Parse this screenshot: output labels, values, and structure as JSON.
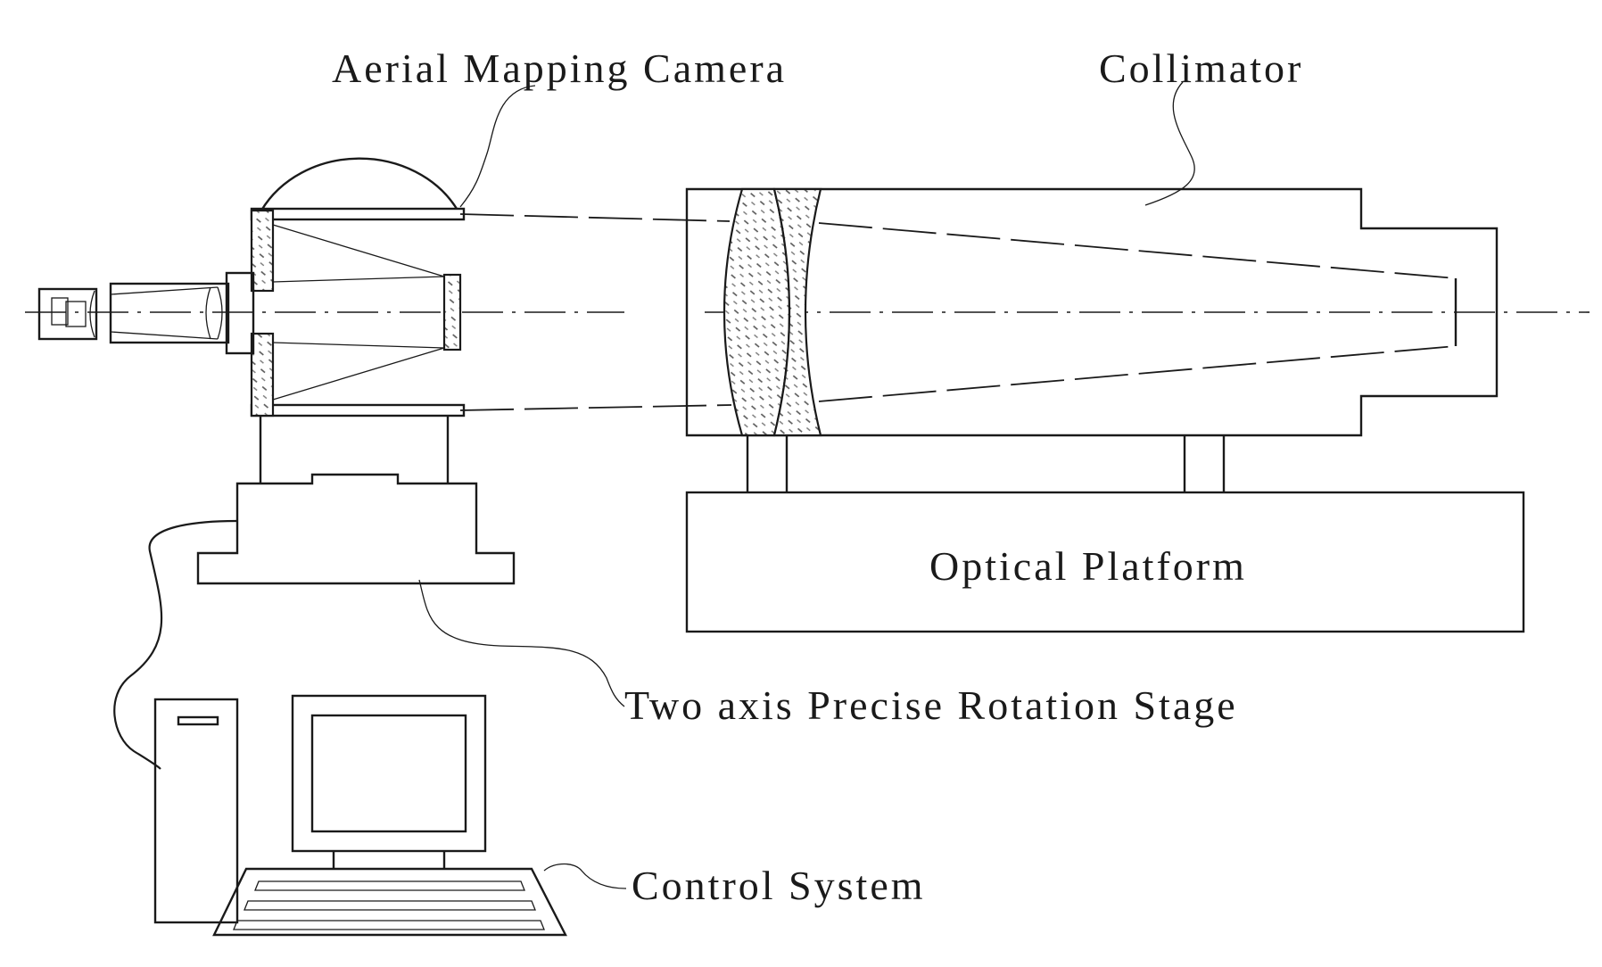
{
  "diagram": {
    "labels": {
      "camera": "Aerial Mapping Camera",
      "collimator": "Collimator",
      "platform": "Optical Platform",
      "stage": "Two axis Precise Rotation Stage",
      "control": "Control System"
    }
  }
}
